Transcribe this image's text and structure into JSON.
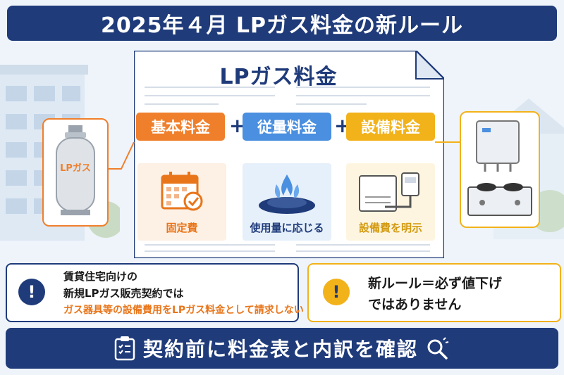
{
  "title": "2025年４月 LPガス料金の新ルール",
  "sheet": {
    "title": "LPガス料金"
  },
  "fees": [
    {
      "label": "基本料金",
      "color": "#f07f2b",
      "sub_label": "固定費",
      "sub_color": "#e8751a",
      "icon": "calendar-icon"
    },
    {
      "label": "従量料金",
      "color": "#4a8fe0",
      "sub_label": "使用量に応じる",
      "sub_color": "#1f3b7a",
      "icon": "gas-burner-icon"
    },
    {
      "label": "設備料金",
      "color": "#f2b21a",
      "sub_label": "設備費を明示",
      "sub_color": "#d39a10",
      "icon": "gas-meter-icon"
    }
  ],
  "plus_sign": "+",
  "tank_label": "LPガス",
  "notice_left": {
    "icon_text": "!",
    "line1": "賃貸住宅向けの",
    "line2": "新規LPガス販売契約では",
    "line3": "ガス器具等の設備費用をLPガス料金として請求しない"
  },
  "notice_right": {
    "icon_text": "!",
    "line1": "新ルール＝必ず値下げ",
    "line2": "ではありません"
  },
  "bottom": {
    "text": "契約前に料金表と内訳を確認"
  },
  "colors": {
    "navy": "#1f3b7a",
    "orange": "#f07f2b",
    "blue": "#4a8fe0",
    "yellow": "#f2b21a"
  }
}
